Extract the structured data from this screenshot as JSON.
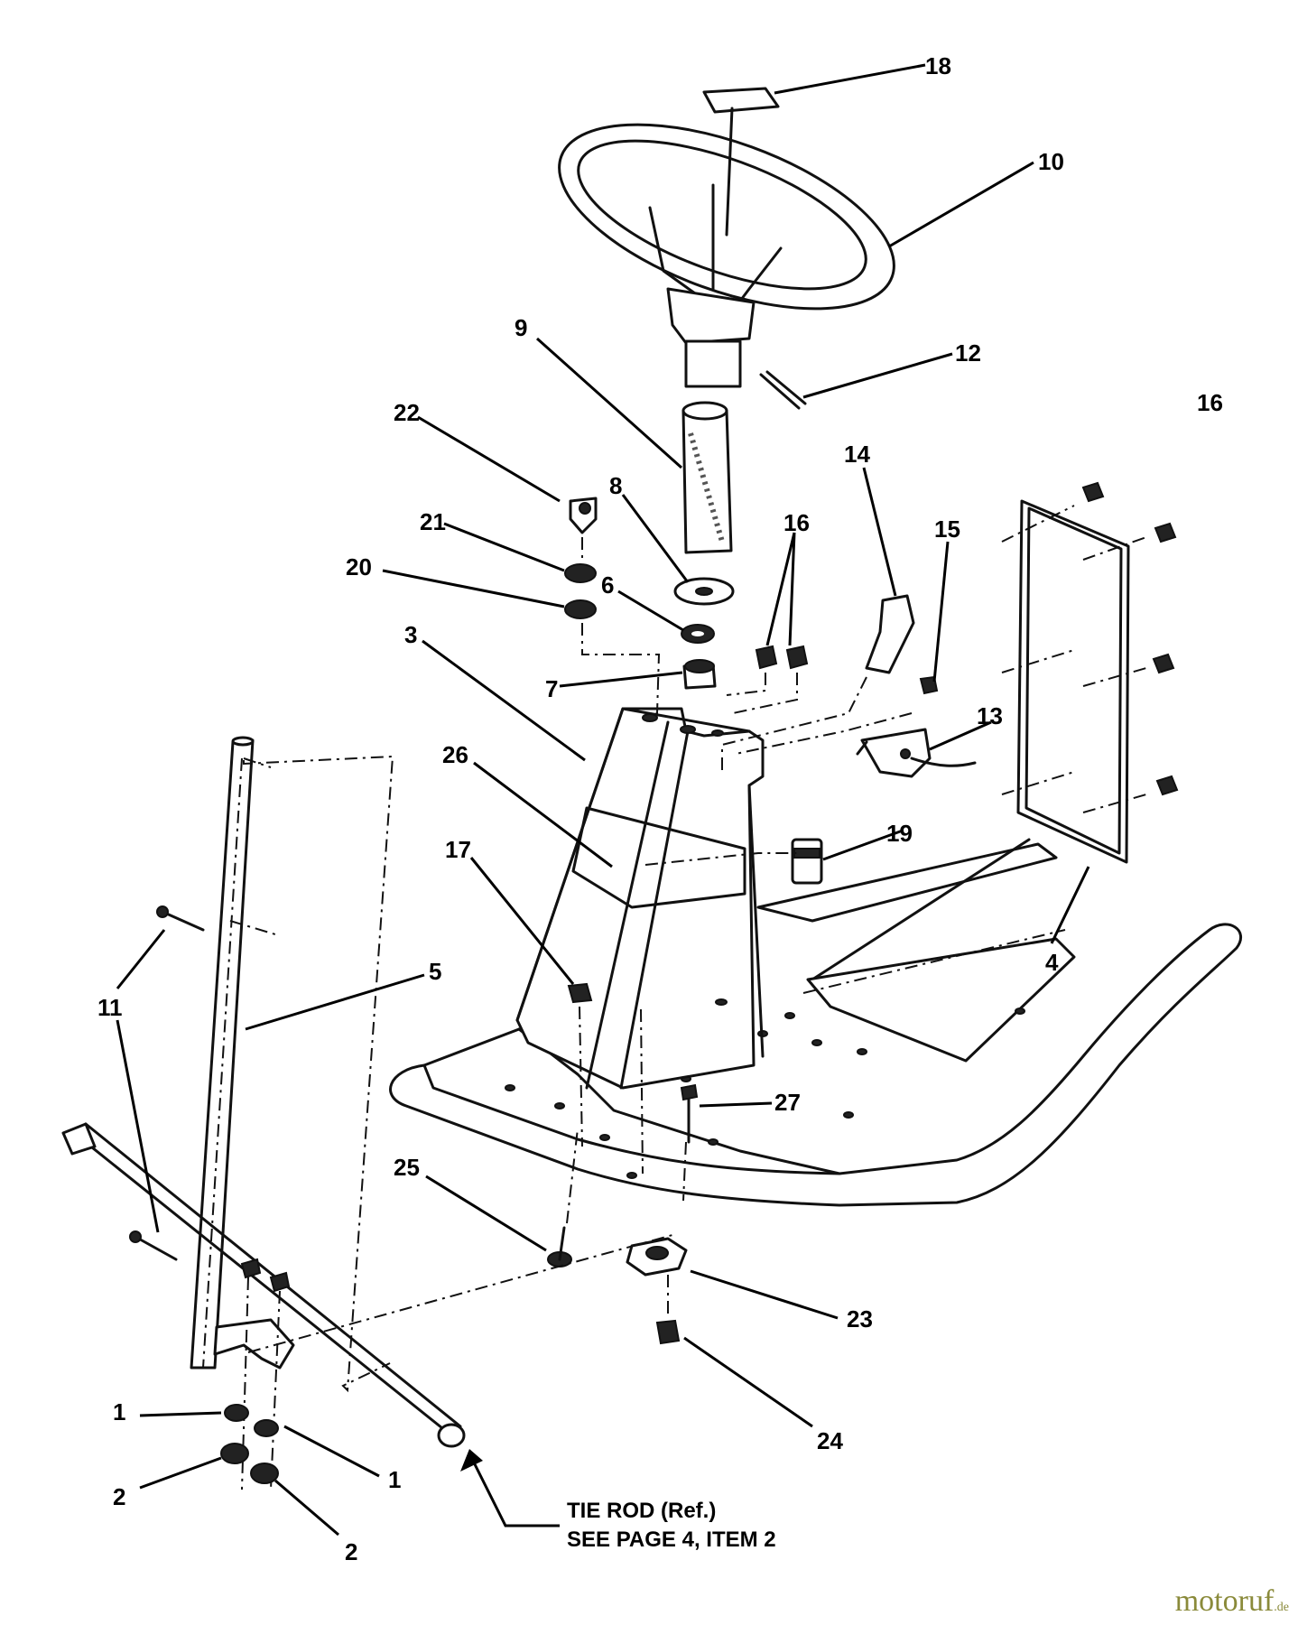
{
  "callouts": [
    {
      "label": "18"
    },
    {
      "label": "10"
    },
    {
      "label": "9"
    },
    {
      "label": "12"
    },
    {
      "label": "22"
    },
    {
      "label": "16"
    },
    {
      "label": "16"
    },
    {
      "label": "14"
    },
    {
      "label": "15"
    },
    {
      "label": "8"
    },
    {
      "label": "21"
    },
    {
      "label": "20"
    },
    {
      "label": "6"
    },
    {
      "label": "7"
    },
    {
      "label": "3"
    },
    {
      "label": "26"
    },
    {
      "label": "13"
    },
    {
      "label": "19"
    },
    {
      "label": "17"
    },
    {
      "label": "5"
    },
    {
      "label": "11"
    },
    {
      "label": "4"
    },
    {
      "label": "27"
    },
    {
      "label": "25"
    },
    {
      "label": "23"
    },
    {
      "label": "24"
    },
    {
      "label": "1"
    },
    {
      "label": "1"
    },
    {
      "label": "2"
    },
    {
      "label": "2"
    }
  ],
  "note": {
    "line1": "TIE ROD (Ref.)",
    "line2": "SEE PAGE 4, ITEM 2"
  },
  "watermark": {
    "brand": "motoruf",
    "suffix": ".de"
  }
}
